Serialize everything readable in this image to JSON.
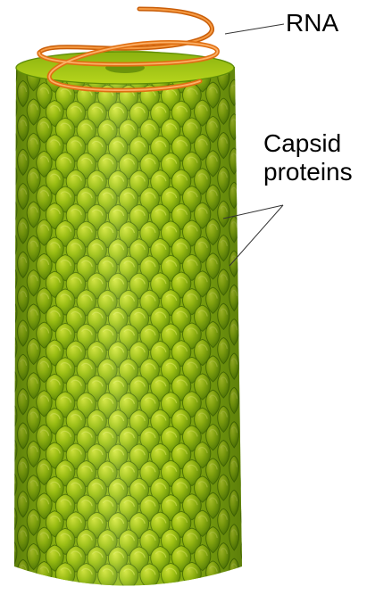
{
  "labels": {
    "rna": "RNA",
    "capsid_line1": "Capsid",
    "capsid_line2": "proteins"
  },
  "colors": {
    "capsid_light": "#c3dd1a",
    "capsid_mid": "#98c012",
    "capsid_dark": "#5f8d07",
    "capsid_edge": "#4f7506",
    "rna": "#f07e1c",
    "rna_dark": "#c95d07",
    "leader_line": "#333333"
  },
  "structure": {
    "subunit_rows": 30,
    "subunit_columns": 12
  }
}
